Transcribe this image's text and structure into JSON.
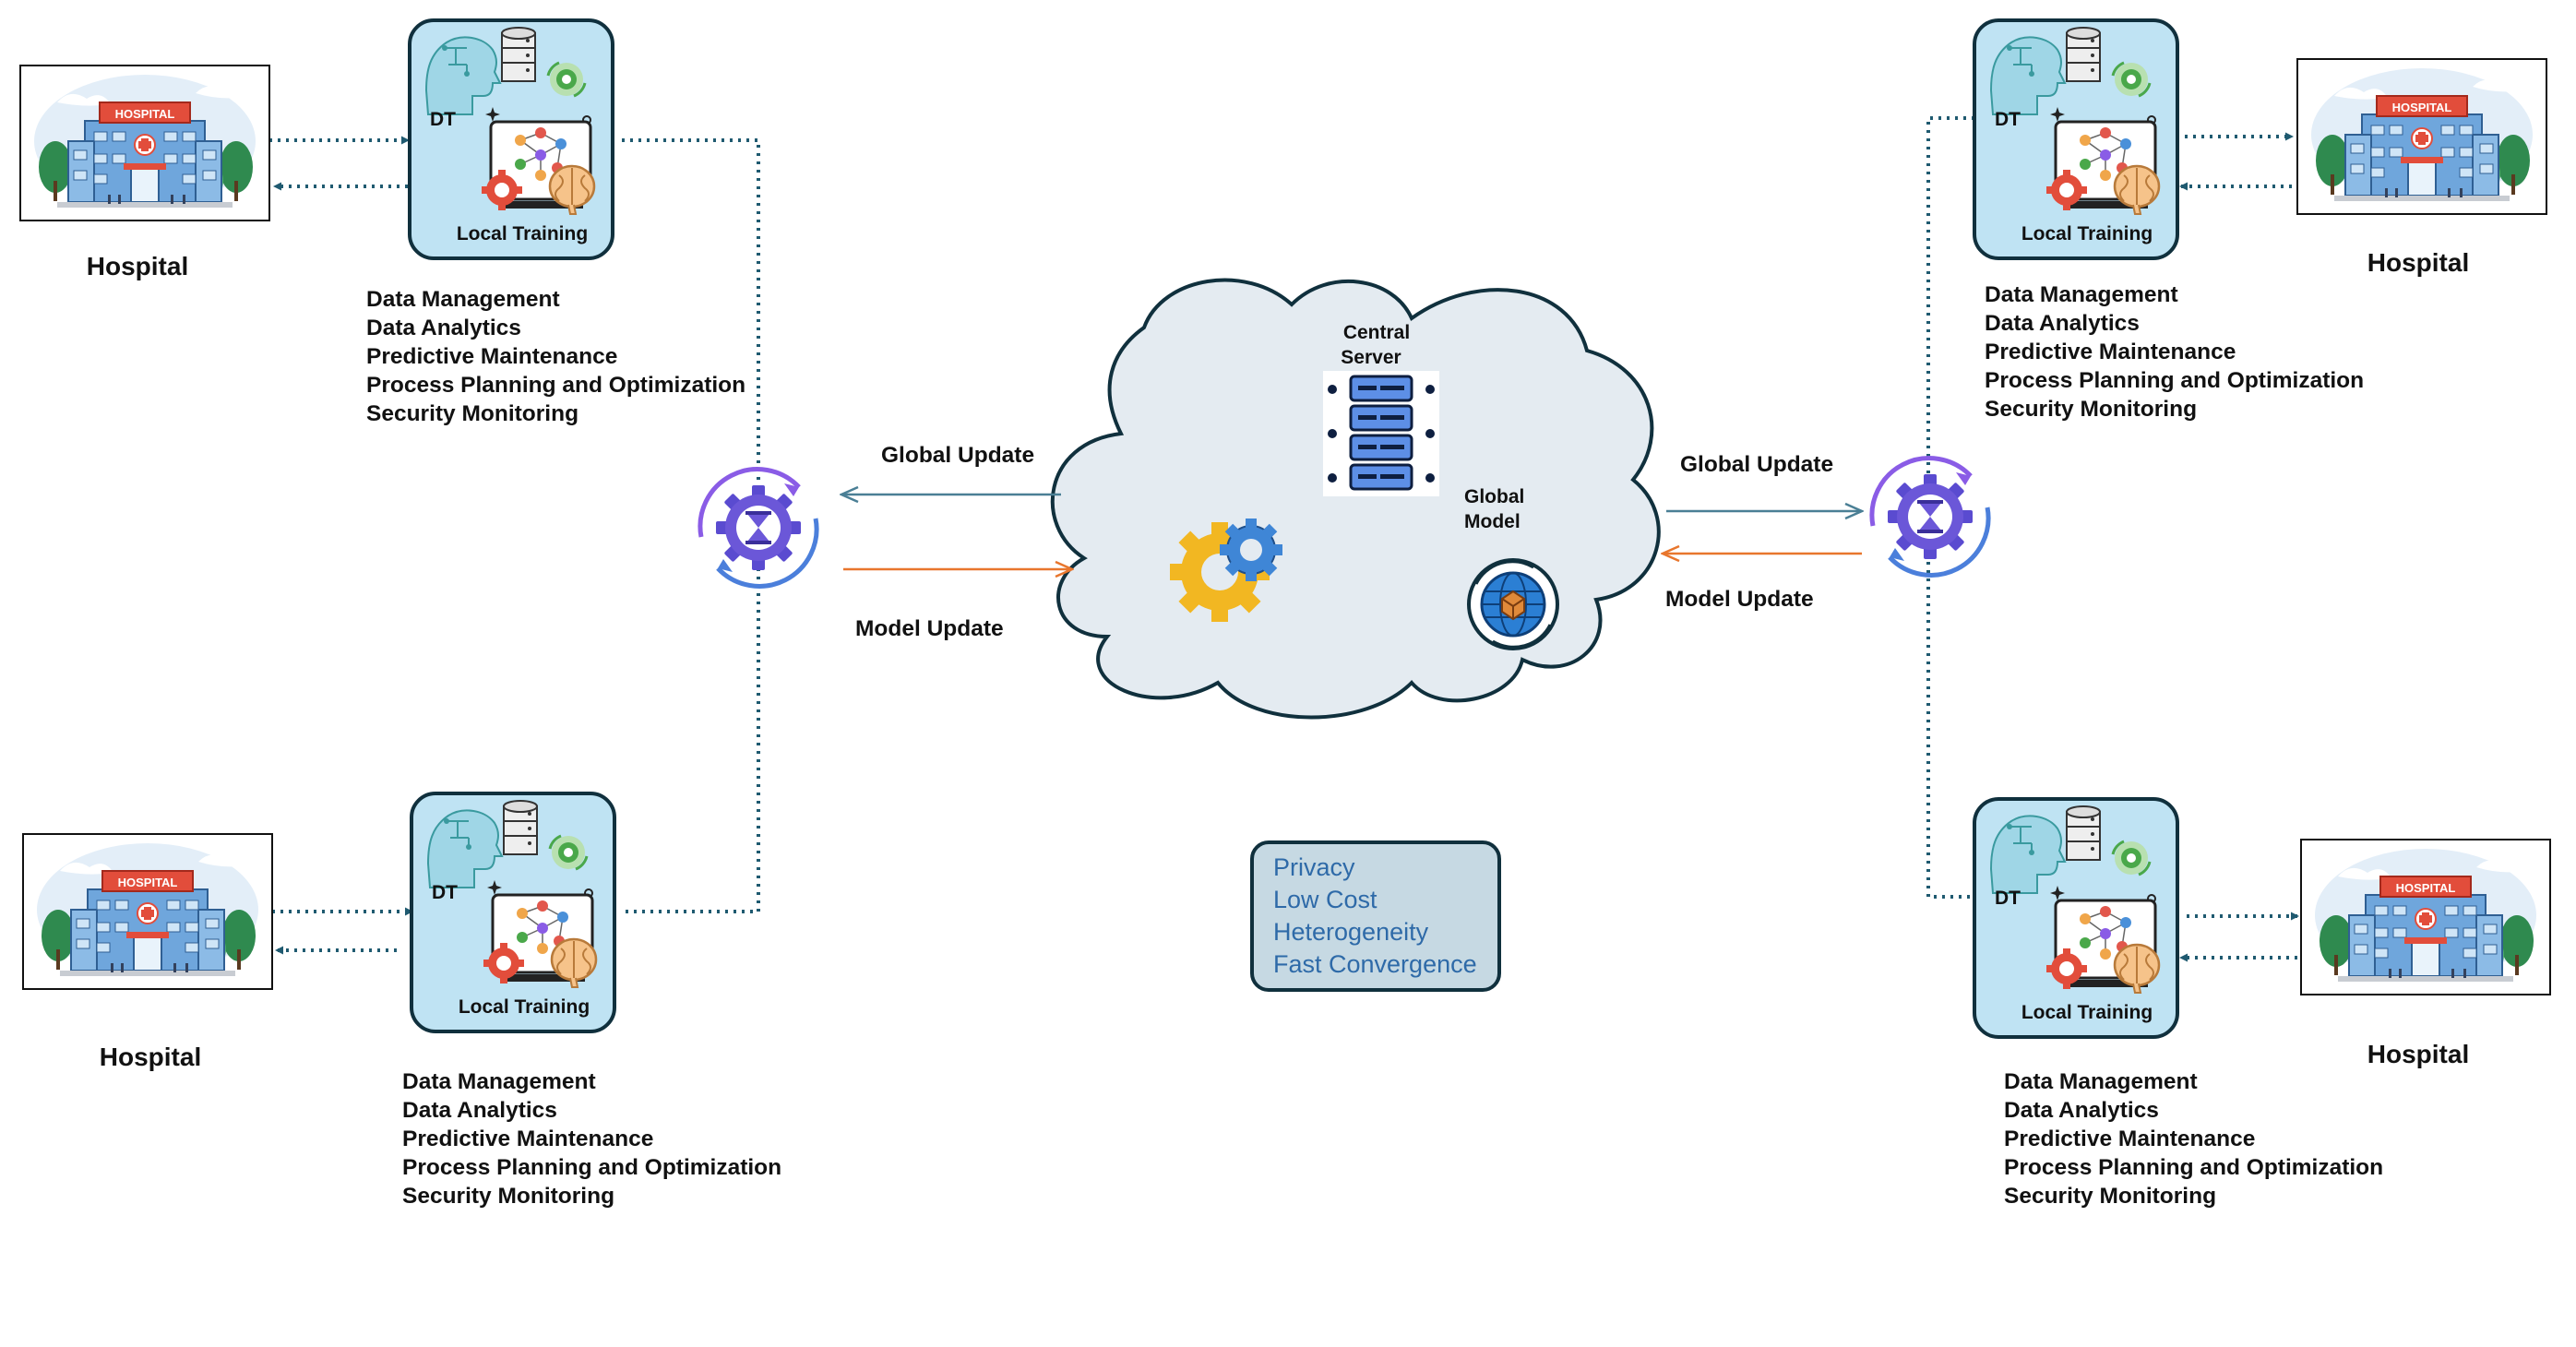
{
  "hospitals": [
    {
      "id": "tl",
      "label": "Hospital",
      "sign": "HOSPITAL"
    },
    {
      "id": "bl",
      "label": "Hospital",
      "sign": "HOSPITAL"
    },
    {
      "id": "tr",
      "label": "Hospital",
      "sign": "HOSPITAL"
    },
    {
      "id": "br",
      "label": "Hospital",
      "sign": "HOSPITAL"
    }
  ],
  "twins": [
    {
      "id": "tl",
      "dt": "DT",
      "training": "Local Training"
    },
    {
      "id": "bl",
      "dt": "DT",
      "training": "Local Training"
    },
    {
      "id": "tr",
      "dt": "DT",
      "training": "Local Training"
    },
    {
      "id": "br",
      "dt": "DT",
      "training": "Local Training"
    }
  ],
  "functions": [
    {
      "id": "tl",
      "items": [
        "Data Management",
        "Data Analytics",
        "Predictive Maintenance",
        "Process Planning and Optimization",
        "Security Monitoring"
      ]
    },
    {
      "id": "bl",
      "items": [
        "Data Management",
        "Data Analytics",
        "Predictive Maintenance",
        "Process Planning and Optimization",
        "Security Monitoring"
      ]
    },
    {
      "id": "tr",
      "items": [
        "Data Management",
        "Data Analytics",
        "Predictive Maintenance",
        "Process Planning and Optimization",
        "Security Monitoring"
      ]
    },
    {
      "id": "br",
      "items": [
        "Data Management",
        "Data Analytics",
        "Predictive Maintenance",
        "Process Planning and Optimization",
        "Security Monitoring"
      ]
    }
  ],
  "arrows": {
    "left_global": "Global Update",
    "left_model": "Model Update",
    "right_global": "Global Update",
    "right_model": "Model Update"
  },
  "cloud": {
    "server_line1": "Central",
    "server_line2": "Server",
    "model_line1": "Global",
    "model_line2": "Model"
  },
  "advantages": [
    "Privacy",
    "Low Cost",
    "Heterogeneity",
    "Fast Convergence"
  ],
  "colors": {
    "dotted_link": "#1f5a70",
    "global_arrow": "#4a7f95",
    "model_arrow": "#e8762d",
    "twin_fill": "#bfe3f3",
    "cloud_fill": "#e4ebf1",
    "advantages_fill": "#c6d9e3",
    "aggregator": "#6b57d8"
  },
  "icons": [
    "hospital-icon",
    "digital-twin-head-icon",
    "database-icon",
    "gear-icon",
    "neural-network-icon",
    "brain-icon",
    "server-rack-icon",
    "globe-icon",
    "aggregator-gear-hourglass-icon"
  ]
}
